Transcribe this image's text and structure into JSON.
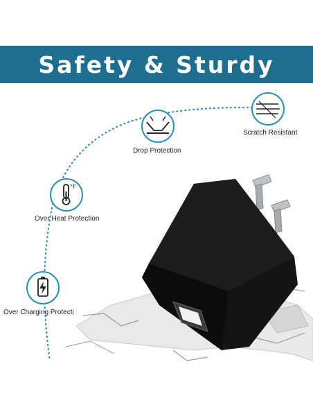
{
  "banner": {
    "title": "Safety & Sturdy",
    "color": "#1f6e8f"
  },
  "features": [
    {
      "label": "Scratch Resistant",
      "icon": "scratch-lines-icon"
    },
    {
      "label": "Drop Protection",
      "icon": "drop-impact-icon"
    },
    {
      "label": "Over Heat Protection",
      "icon": "thermometer-icon"
    },
    {
      "label": "Over Charging Protecti",
      "icon": "battery-bolt-icon"
    }
  ],
  "accent_color": "#2a8fb3",
  "product": {
    "name": "usb-wall-charger-image"
  }
}
